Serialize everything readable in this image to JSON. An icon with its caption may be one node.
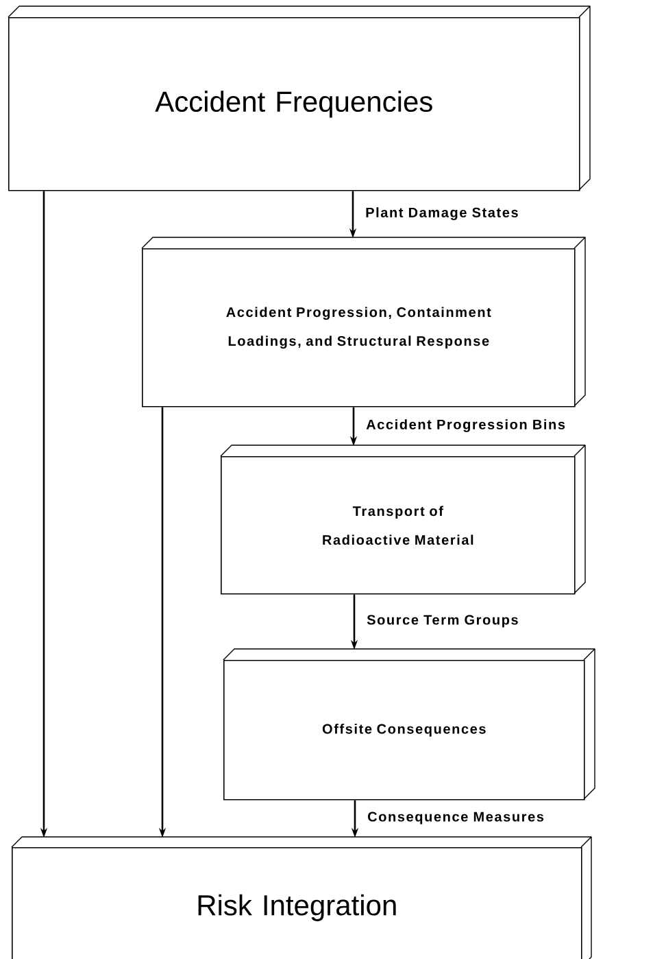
{
  "diagram": {
    "nodes": [
      {
        "text": [
          "Accident Frequencies"
        ]
      },
      {
        "text": [
          "Accident Progression, Containment Loadings, and Structural Response"
        ]
      },
      {
        "text": [
          "Transport of Radioactive Material"
        ]
      },
      {
        "text": [
          "Offsite Consequences"
        ]
      },
      {
        "text": [
          "Risk Integration"
        ]
      }
    ],
    "edges": [
      {
        "from": 0,
        "to": 1,
        "arrow": "to",
        "label": "Plant Damage States"
      },
      {
        "from": 1,
        "to": 2,
        "arrow": "to",
        "label": "Accident Progression Bins"
      },
      {
        "from": 2,
        "to": 3,
        "arrow": "to",
        "label": "Source Term Groups"
      },
      {
        "from": 3,
        "to": 4,
        "arrow": "to",
        "label": "Consequence Measures"
      },
      {
        "from": 0,
        "to": 4,
        "arrow": "to"
      },
      {
        "from": 1,
        "to": 4,
        "arrow": "to"
      }
    ]
  }
}
